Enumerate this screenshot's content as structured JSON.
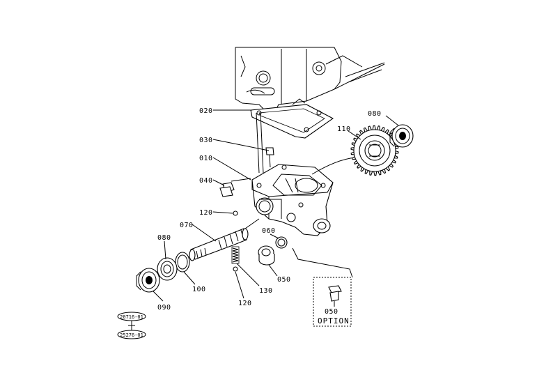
{
  "parts": {
    "p020": "020",
    "p030": "030",
    "p010": "010",
    "p040": "040",
    "p120a": "120",
    "p070": "070",
    "p060": "060",
    "p080a": "080",
    "p080b": "080",
    "p110": "110",
    "p100": "100",
    "p090": "090",
    "p130": "130",
    "p120b": "120",
    "p050a": "050",
    "p050b": "050"
  },
  "option_label": "OPTION",
  "refs": {
    "top": "20716-01",
    "bottom": "25276-01"
  }
}
